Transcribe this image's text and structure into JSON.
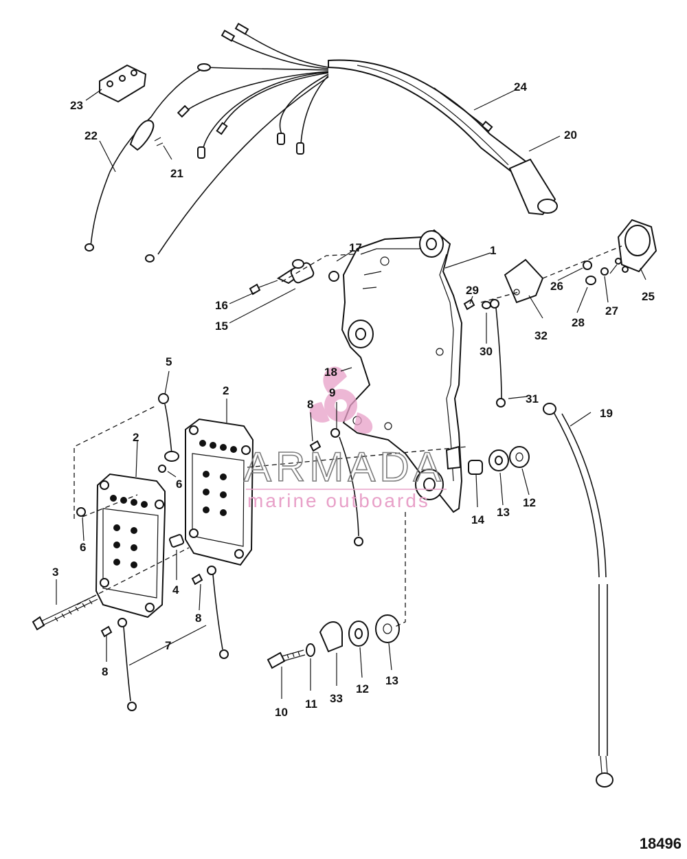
{
  "diagram": {
    "drawing_number": "18496",
    "callouts": [
      "1",
      "2",
      "2",
      "3",
      "4",
      "5",
      "6",
      "6",
      "7",
      "8",
      "8",
      "8",
      "9",
      "10",
      "11",
      "12",
      "12",
      "13",
      "13",
      "14",
      "15",
      "16",
      "17",
      "18",
      "19",
      "20",
      "21",
      "22",
      "23",
      "24",
      "25",
      "26",
      "27",
      "28",
      "29",
      "30",
      "31",
      "32",
      "33"
    ]
  },
  "watermark": {
    "title": "ARMADA",
    "subtitle": "marine outboards",
    "accent_color": "#e8a0c8"
  }
}
